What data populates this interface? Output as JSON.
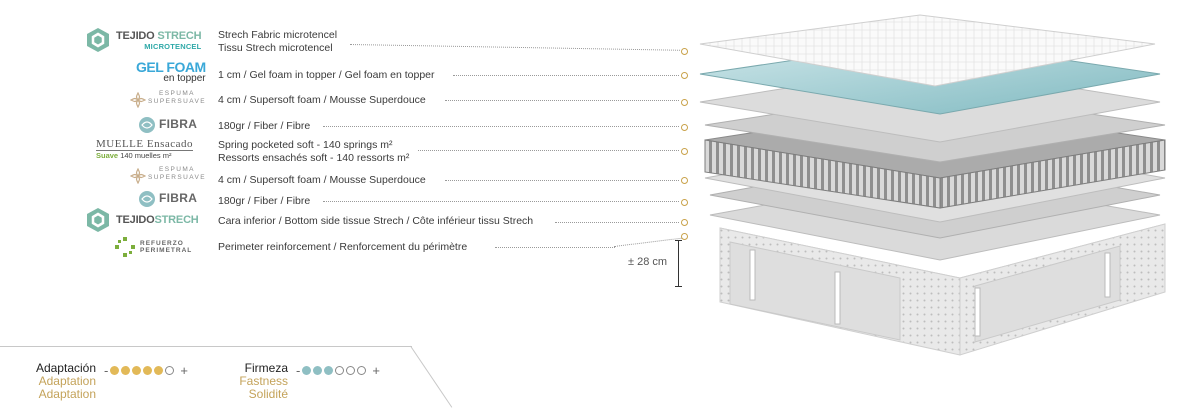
{
  "layers": [
    {
      "brand": {
        "line1a": "TEJIDO ",
        "line1b": "STRECH",
        "line2": "MICROTENCEL"
      },
      "text": [
        "Strech Fabric microtencel",
        "Tissu Strech microtencel"
      ]
    },
    {
      "brand": {
        "line1": "GEL FOAM",
        "line2": "en topper"
      },
      "text": [
        "1 cm / Gel foam in topper / Gel foam en topper"
      ]
    },
    {
      "brand": {
        "line1": "ESPUMA",
        "line2": "SUPERSUAVE"
      },
      "text": [
        "4 cm / Supersoft foam / Mousse Superdouce"
      ]
    },
    {
      "brand": {
        "line1": "FIBRA"
      },
      "text": [
        "180gr / Fiber / Fibre"
      ]
    },
    {
      "brand": {
        "line1": "MUELLE Ensacado",
        "line2a": "Suave",
        "line2b": " 140 muelles m²"
      },
      "text": [
        "Spring pocketed soft - 140 springs m²",
        "Ressorts ensachés soft - 140 ressorts m²"
      ]
    },
    {
      "brand": {
        "line1": "ESPUMA",
        "line2": "SUPERSUAVE"
      },
      "text": [
        "4 cm / Supersoft foam / Mousse Superdouce"
      ]
    },
    {
      "brand": {
        "line1": "FIBRA"
      },
      "text": [
        "180gr / Fiber / Fibre"
      ]
    },
    {
      "brand": {
        "line1a": "TEJIDO ",
        "line1b": "STRECH"
      },
      "text": [
        "Cara inferior / Bottom side tissue Strech / Côte inférieur tissu Strech"
      ]
    },
    {
      "brand": {
        "line1": "REFUERZO",
        "line2": "PERIMETRAL"
      },
      "text": [
        "Perimeter reinforcement / Renforcement du périmètre"
      ]
    }
  ],
  "height_label": "± 28 cm",
  "ratings": {
    "adaptation": {
      "label": "Adaptación",
      "label2": "Adaptation",
      "label3": "Adaptation",
      "minus": "-",
      "plus": "+",
      "filled": 5,
      "total": 6,
      "color": "#e2b958"
    },
    "firmness": {
      "label": "Firmeza",
      "label2": "Fastness",
      "label3": "Solidité",
      "minus": "-",
      "plus": "+",
      "filled": 3,
      "total": 6,
      "color": "#8fbfc3"
    }
  },
  "colors": {
    "accent_gold": "#c9a24a",
    "teal": "#7cb8a6",
    "gel_blue": "#3aa8d8"
  }
}
